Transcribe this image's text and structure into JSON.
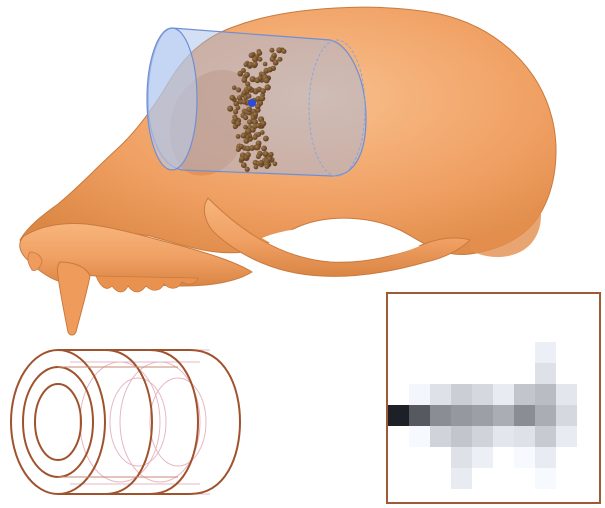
{
  "figure": {
    "skull": {
      "fill": "#f0a063",
      "shade": "#d9823f",
      "highlight": "#f8bf8a"
    },
    "cylinder": {
      "fill": "#9cb8e8",
      "edge": "#6f8fd4"
    },
    "sample_points": {
      "color": "#6b4a28",
      "center_marker_color": "#2a4bd6"
    },
    "rings_diagram": {
      "stroke": "#a0522d",
      "faint_stroke": "#e6b8c4",
      "ring_count": 4
    },
    "inset": {
      "frame_color": "#9c5a35",
      "grid": [
        [
          0,
          0,
          0,
          0,
          0,
          0,
          0,
          0.08,
          0
        ],
        [
          0,
          0,
          0,
          0,
          0,
          0,
          0,
          0.14,
          0
        ],
        [
          0,
          0.05,
          0.14,
          0.22,
          0.18,
          0.1,
          0.26,
          0.3,
          0.12
        ],
        [
          0.96,
          0.72,
          0.5,
          0.45,
          0.42,
          0.36,
          0.5,
          0.36,
          0.18
        ],
        [
          0,
          0.04,
          0.2,
          0.26,
          0.2,
          0.12,
          0.14,
          0.24,
          0.1
        ],
        [
          0,
          0,
          0,
          0.14,
          0.08,
          0,
          0.04,
          0.1,
          0
        ],
        [
          0,
          0,
          0,
          0.1,
          0,
          0,
          0,
          0.04,
          0
        ]
      ]
    }
  }
}
